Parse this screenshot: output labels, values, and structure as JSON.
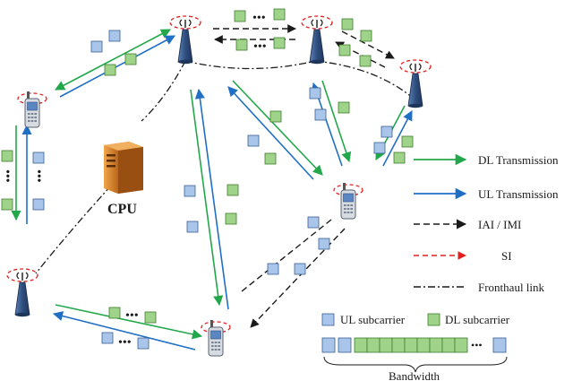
{
  "legend": {
    "dl": "DL Transmission",
    "ul": "UL Transmission",
    "iai": "IAI / IMI",
    "si": "SI",
    "fronthaul": "Fronthaul link"
  },
  "cpu_label": "CPU",
  "subcarrier_legend": {
    "ul": "UL subcarrier",
    "dl": "DL subcarrier"
  },
  "bandwidth_label": "Bandwidth",
  "colors": {
    "dl_arrow": "#22a84a",
    "ul_arrow": "#1f6fc4",
    "iai_arrow": "#1a1a1a",
    "si_arrow": "#e02020",
    "ul_block": "#a9c6ea",
    "dl_block": "#9fd38a",
    "tower": "#3a5f93",
    "cpu": "#d98a2b"
  },
  "icons": [
    "access-point-tower",
    "mobile-phone",
    "cpu-server"
  ]
}
